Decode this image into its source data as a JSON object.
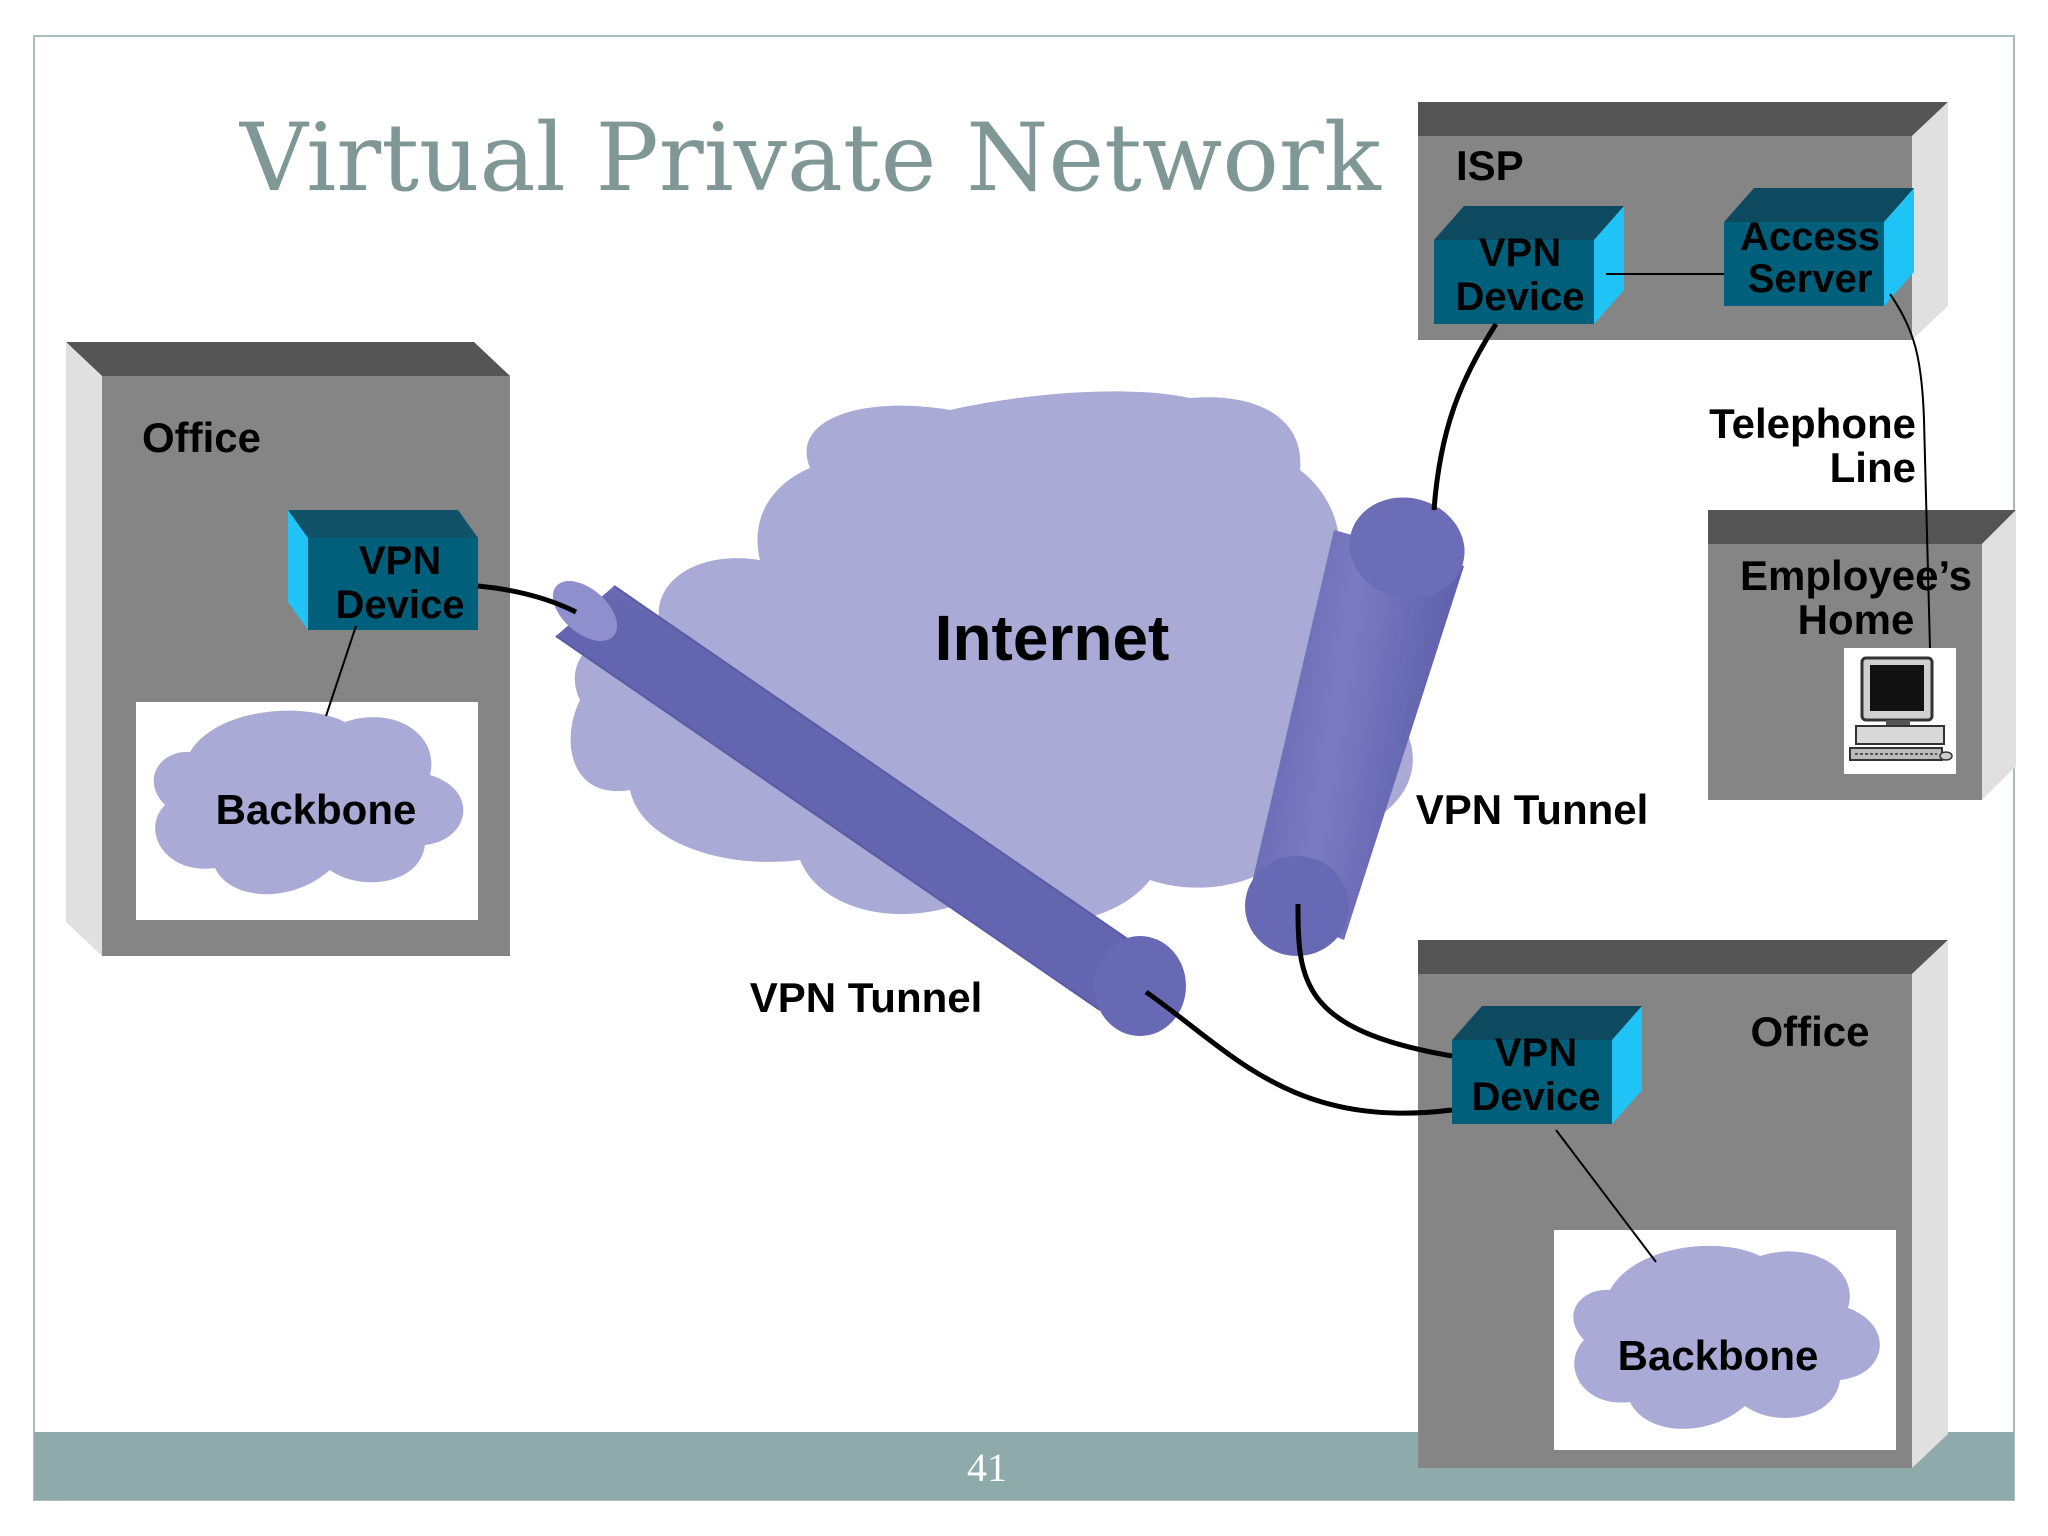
{
  "slide": {
    "title": "Virtual Private Network",
    "page_number": "41"
  },
  "diagram": {
    "internet_label": "Internet",
    "office_left": {
      "label": "Office",
      "vpn_device_line1": "VPN",
      "vpn_device_line2": "Device",
      "backbone_label": "Backbone"
    },
    "office_right": {
      "label": "Office",
      "vpn_device_line1": "VPN",
      "vpn_device_line2": "Device",
      "backbone_label": "Backbone"
    },
    "isp": {
      "label": "ISP",
      "vpn_device_line1": "VPN",
      "vpn_device_line2": "Device",
      "access_server_line1": "Access",
      "access_server_line2": "Server"
    },
    "home": {
      "label_line1": "Employee’s",
      "label_line2": "Home"
    },
    "telephone_line_line1": "Telephone",
    "telephone_line_line2": "Line",
    "tunnel_left_label": "VPN Tunnel",
    "tunnel_right_label": "VPN Tunnel"
  },
  "colors": {
    "title": "#7f9896",
    "footer_bar": "#8faaab",
    "box_face": "#858585",
    "box_top": "#555555",
    "box_side": "#e0e0e0",
    "device_face": "#005f7a",
    "device_side": "#1fc3f5",
    "cloud": "#a9aad6",
    "tunnel": "#6869b4"
  }
}
